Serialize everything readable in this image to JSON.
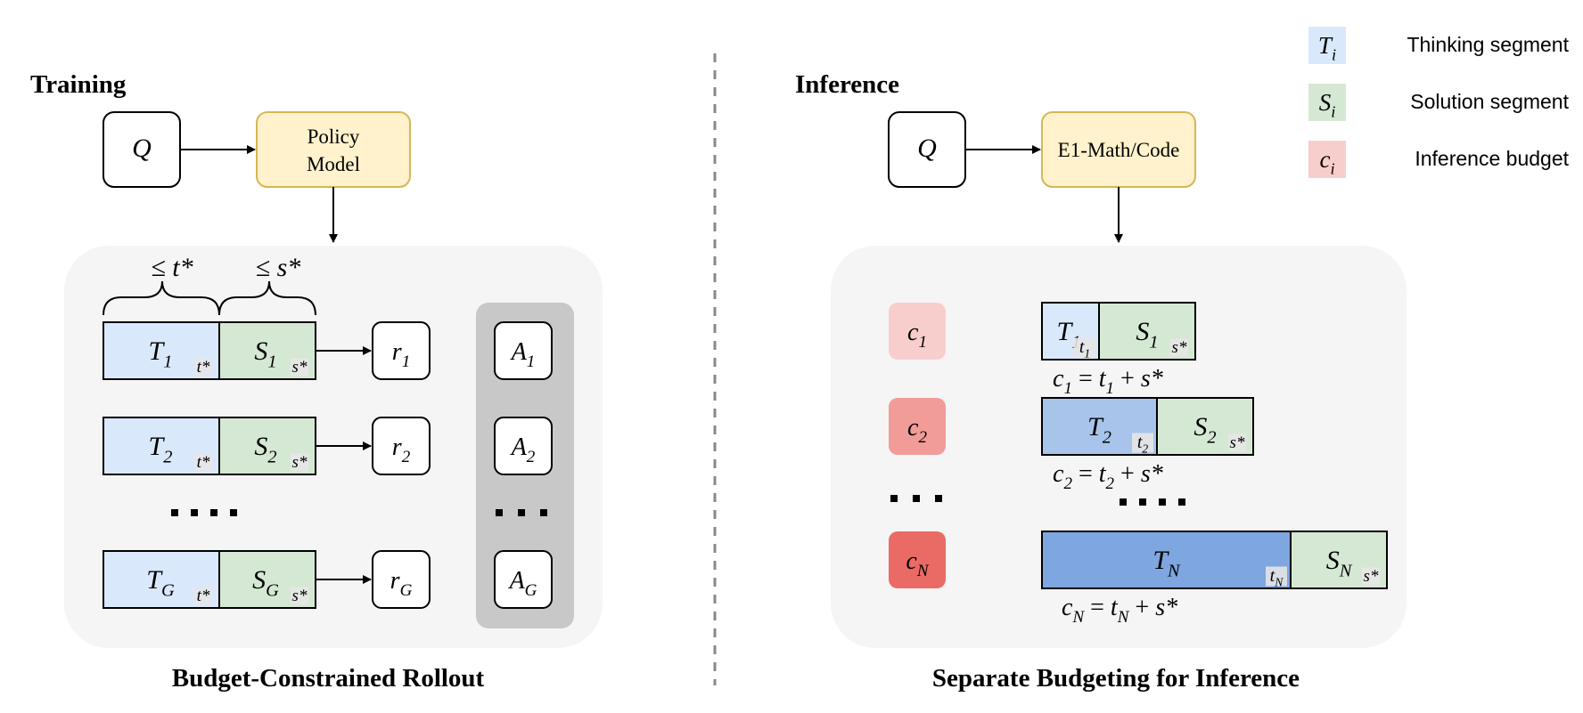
{
  "legend": [
    {
      "sym": "T",
      "sub": "i",
      "label": "Thinking segment",
      "color": "#dae8fc"
    },
    {
      "sym": "S",
      "sub": "i",
      "label": "Solution segment",
      "color": "#d5e8d4"
    },
    {
      "sym": "c",
      "sub": "i",
      "label": "Inference budget",
      "color": "#f8cecc"
    }
  ],
  "training": {
    "heading": "Training",
    "query": "Q",
    "model": [
      "Policy",
      "Model"
    ],
    "brace_think": "≤ t*",
    "brace_sol": "≤ s*",
    "rows": [
      {
        "t": "T",
        "t_sub": "1",
        "s": "S",
        "s_sub": "1",
        "r": "r",
        "r_sub": "1",
        "a": "A",
        "a_sub": "1"
      },
      {
        "t": "T",
        "t_sub": "2",
        "s": "S",
        "s_sub": "2",
        "r": "r",
        "r_sub": "2",
        "a": "A",
        "a_sub": "2"
      },
      {
        "t": "T",
        "t_sub": "G",
        "s": "S",
        "s_sub": "G",
        "r": "r",
        "r_sub": "G",
        "a": "A",
        "a_sub": "G"
      }
    ],
    "t_cap": "t*",
    "s_cap": "s*",
    "caption": "Budget-Constrained Rollout"
  },
  "inference": {
    "heading": "Inference",
    "query": "Q",
    "model": "E1-Math/Code",
    "rows": [
      {
        "c": "c",
        "c_sub": "1",
        "t": "T",
        "t_sub": "1",
        "tb": "t",
        "tb_sub": "1",
        "s": "S",
        "s_sub": "1",
        "eq_l": "c",
        "eq_l_sub": "1",
        "eq_r": "t",
        "eq_r_sub": "1",
        "c_color": "#f8cecc",
        "t_color": "#dae8fc"
      },
      {
        "c": "c",
        "c_sub": "2",
        "t": "T",
        "t_sub": "2",
        "tb": "t",
        "tb_sub": "2",
        "s": "S",
        "s_sub": "2",
        "eq_l": "c",
        "eq_l_sub": "2",
        "eq_r": "t",
        "eq_r_sub": "2",
        "c_color": "#f19c99",
        "t_color": "#a9c4eb"
      },
      {
        "c": "c",
        "c_sub": "N",
        "t": "T",
        "t_sub": "N",
        "tb": "t",
        "tb_sub": "N",
        "s": "S",
        "s_sub": "N",
        "eq_l": "c",
        "eq_l_sub": "N",
        "eq_r": "t",
        "eq_r_sub": "N",
        "c_color": "#ea6b66",
        "t_color": "#7ea6e0"
      }
    ],
    "s_cap": "s*",
    "caption": "Separate Budgeting for Inference"
  },
  "colors": {
    "thinking": "#dae8fc",
    "solution": "#d5e8d4",
    "model_fill": "#fff2cc",
    "model_stroke": "#d6b656",
    "panel": "#f5f5f5",
    "adv_panel": "#c8c8c8"
  }
}
